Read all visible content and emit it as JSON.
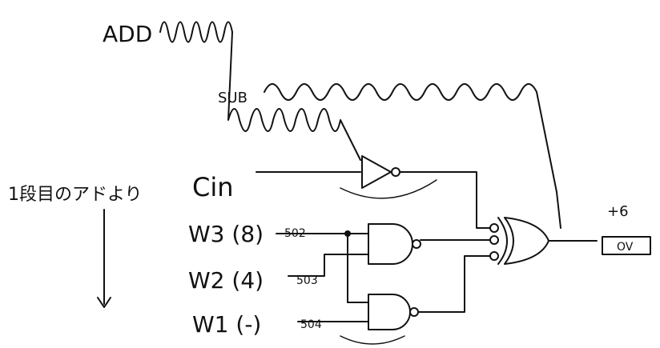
{
  "labels": {
    "scribble_top": "ADD",
    "scribble_mid": "SUB",
    "side_note": "1段目のアドより",
    "cin": "Cin",
    "w3": "W3 (8)",
    "w2": "W2 (4)",
    "w1": "W1 (-)",
    "w3_pin": "502",
    "w2_pin": "503",
    "w1_pin": "504",
    "out_tag": "+6",
    "out_box": "OV"
  },
  "colors": {
    "ink": "#111111",
    "paper": "#ffffff"
  }
}
